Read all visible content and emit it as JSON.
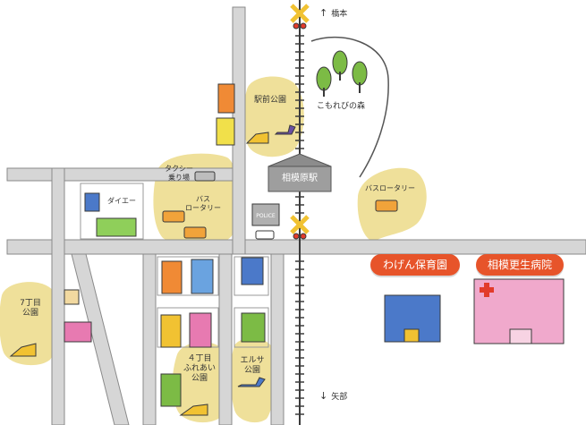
{
  "map": {
    "directions": {
      "north": "橋本",
      "south": "矢部"
    },
    "station": {
      "name": "相模原駅"
    },
    "labels": {
      "ekimae_park": "駅前公園",
      "forest": "こもれびの森",
      "taxi": [
        "タクシー",
        "乗り場"
      ],
      "bus_rotary_west": [
        "バス",
        "ロータリー"
      ],
      "bus_rotary_east": "バスロータリー",
      "daiei": "ダイエー",
      "police": "POLICE",
      "park_7chome": [
        "7丁目",
        "公園"
      ],
      "park_4chome": [
        "４丁目",
        "ふれあい",
        "公園"
      ],
      "elsa_park": [
        "エルサ",
        "公園"
      ]
    },
    "badges": {
      "nursery": "わげん保育園",
      "hospital": "相模更生病院"
    },
    "colors": {
      "road": "#d6d6d6",
      "road_edge": "#8a8a8a",
      "rail": "#3a3a3a",
      "park": "#efe09a",
      "badge": "#e7542a",
      "tree": "#7cbb45",
      "station_roof": "#8c8c8c"
    }
  }
}
